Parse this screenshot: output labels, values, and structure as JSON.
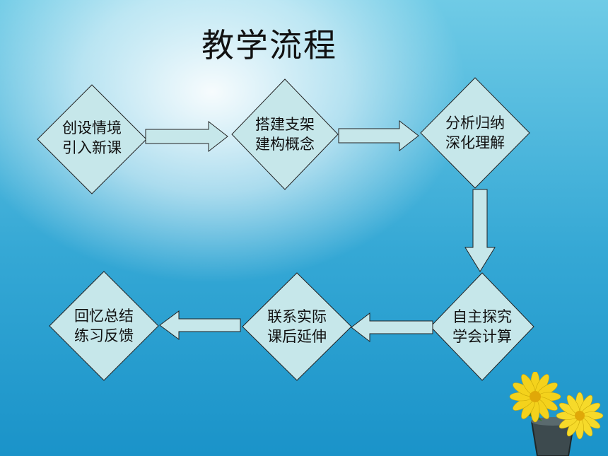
{
  "title": "教学流程",
  "nodes": [
    {
      "line1": "创设情境",
      "line2": "引入新课"
    },
    {
      "line1": "搭建支架",
      "line2": "建构概念"
    },
    {
      "line1": "分析归纳",
      "line2": "深化理解"
    },
    {
      "line1": "自主探究",
      "line2": "学会计算"
    },
    {
      "line1": "联系实际",
      "line2": "课后延伸"
    },
    {
      "line1": "回忆总结",
      "line2": "练习反馈"
    }
  ],
  "colors": {
    "node_fill": "#c6e7ea",
    "arrow_fill": "#c6e7ea",
    "stroke": "#222222"
  }
}
